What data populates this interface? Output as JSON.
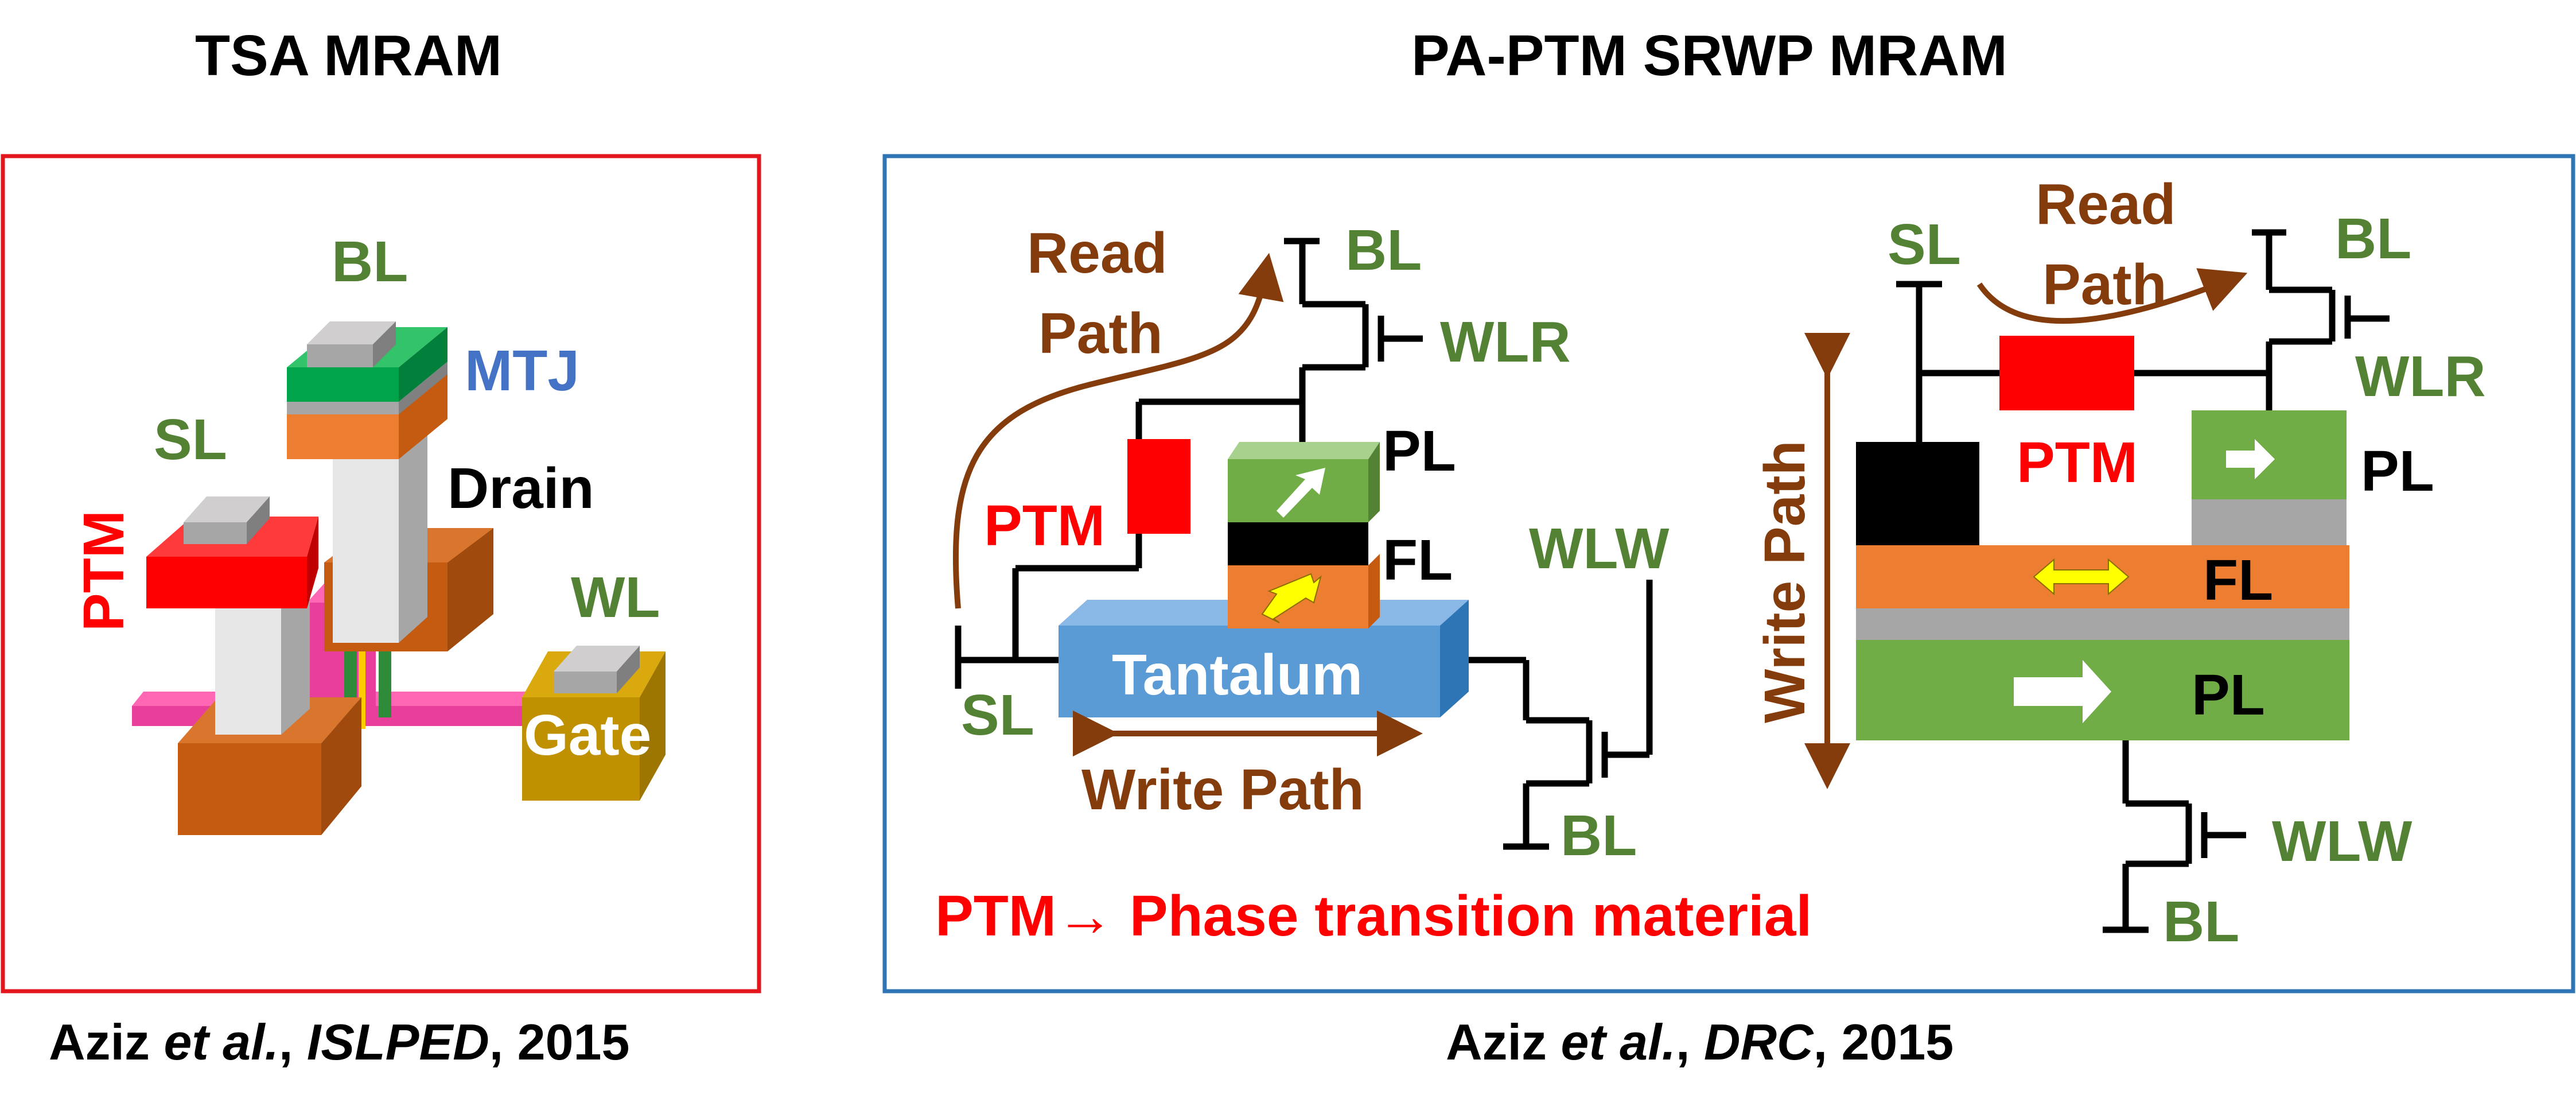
{
  "titles": {
    "left": "TSA MRAM",
    "right": "PA-PTM SRWP MRAM"
  },
  "colors": {
    "red_frame": "#e2161c",
    "blue_frame": "#2f74b5",
    "label_green": "#548235",
    "label_brown": "#843c0c",
    "label_red": "#ff0000",
    "label_blue": "#4472c4"
  },
  "left_panel": {
    "labels": {
      "bl": "BL",
      "mtj": "MTJ",
      "sl": "SL",
      "drain": "Drain",
      "ptm": "PTM",
      "wl": "WL",
      "gate": "Gate"
    },
    "citation": {
      "author": "Aziz ",
      "etal": "et al.",
      "sep1": ", ",
      "venue": "ISLPED",
      "year": ", 2015"
    }
  },
  "middle_panel": {
    "labels": {
      "read_path_1": "Read",
      "read_path_2": "Path",
      "bl_top": "BL",
      "wlr": "WLR",
      "ptm": "PTM",
      "pl": "PL",
      "fl": "FL",
      "wlw": "WLW",
      "tantalum": "Tantalum",
      "sl": "SL",
      "write_path": "Write Path",
      "bl_bottom": "BL"
    },
    "note": "PTM→ Phase transition material",
    "citation": {
      "author": "Aziz ",
      "etal": "et al.",
      "sep1": ", ",
      "venue": "DRC",
      "year": ", 2015"
    }
  },
  "right_panel": {
    "labels": {
      "sl": "SL",
      "read_path_1": "Read",
      "read_path_2": "Path",
      "bl_top": "BL",
      "wlr": "WLR",
      "ptm": "PTM",
      "pl_top": "PL",
      "fl": "FL",
      "pl_bottom": "PL",
      "write_path": "Write Path",
      "wlw": "WLW",
      "bl_bottom": "BL"
    }
  }
}
